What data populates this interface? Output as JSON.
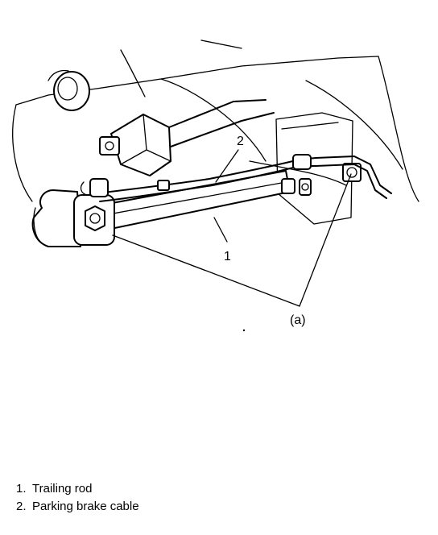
{
  "diagram": {
    "callouts": {
      "c1": "1",
      "c2": "2",
      "ca": "(a)"
    },
    "legend": [
      {
        "num": "1.",
        "text": "Trailing rod"
      },
      {
        "num": "2.",
        "text": "Parking brake cable"
      }
    ]
  }
}
